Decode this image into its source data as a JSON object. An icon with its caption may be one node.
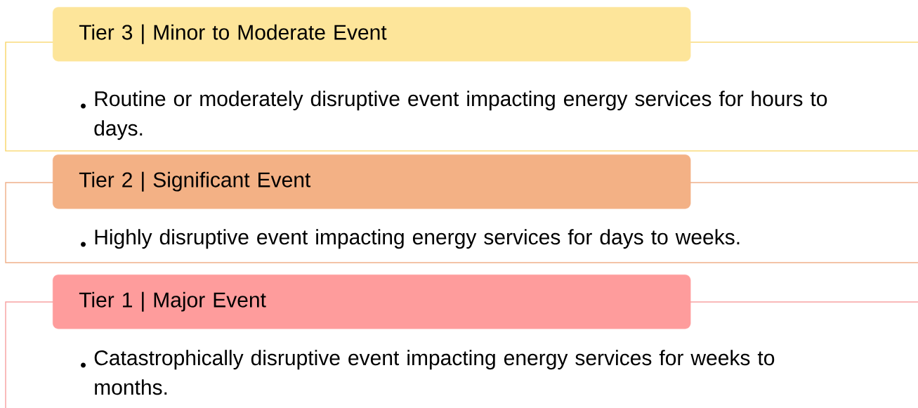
{
  "diagram": {
    "nodes": [
      {
        "text": [
          "Tier 3 | Minor to Moderate Event",
          "Routine or moderately disruptive event impacting energy services for hours to days."
        ]
      },
      {
        "text": [
          "Tier 2 | Significant Event",
          "Highly disruptive event impacting energy services for days to weeks."
        ]
      },
      {
        "text": [
          "Tier 1 | Major Event",
          "Catastrophically disruptive event impacting energy services for weeks to months."
        ]
      }
    ]
  }
}
